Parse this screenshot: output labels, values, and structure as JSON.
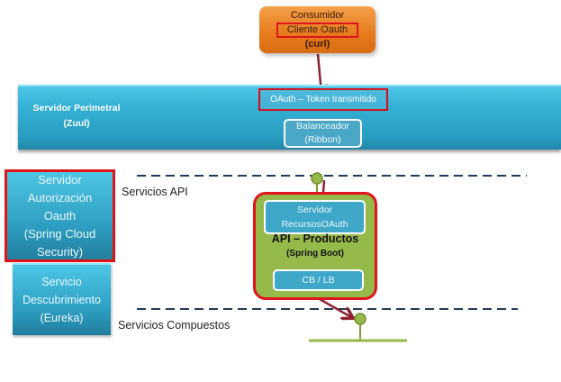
{
  "consumer": {
    "title": "Consumidor",
    "client": "Cliente Oauth",
    "tool": "(curl)"
  },
  "perimeter": {
    "label_line1": "Servidor Perimetral",
    "label_line2": "(Zuul)",
    "token": "OAuth – Token transmitido",
    "balancer_line1": "Balanceador",
    "balancer_line2": "(Ribbon)"
  },
  "auth_server": {
    "lines": [
      "Servidor",
      "Autorización",
      "Oauth",
      "(Spring Cloud",
      "Security)"
    ]
  },
  "discovery": {
    "lines": [
      "Servicio",
      "Descubrimiento",
      "(Eureka)"
    ]
  },
  "sections": {
    "api": "Servicios API",
    "composite": "Servicios Compuestos"
  },
  "api_products": {
    "resource_line1": "Servidor",
    "resource_line2": "RecursosOAuth",
    "title": "API – Productos",
    "subtitle": "(Spring Boot)",
    "cblb": "CB / LB"
  },
  "colors": {
    "highlight": "#e0141c",
    "arrow": "#8b2230",
    "service_blue": "#36b1d6",
    "api_green": "#95b94a",
    "consumer_orange": "#e67a1c",
    "dash": "#1f3a5c"
  }
}
